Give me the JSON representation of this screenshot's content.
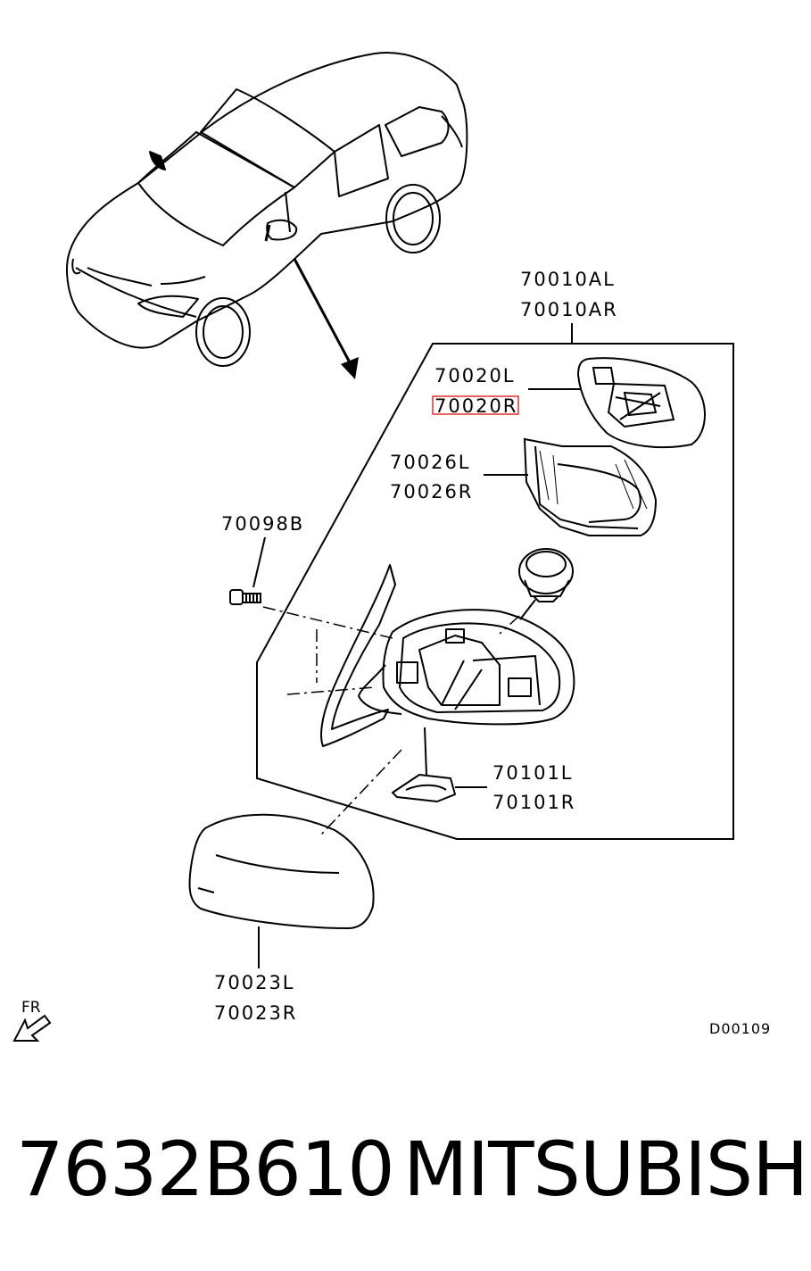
{
  "callouts": {
    "assembly": [
      "70010AL",
      "70010AR"
    ],
    "mirror_glass": [
      "70020L",
      "70020R"
    ],
    "mirror_holder": [
      "70026L",
      "70026R"
    ],
    "screw": [
      "70098B"
    ],
    "lamp": [
      "70101L",
      "70101R"
    ],
    "cover": [
      "70023L",
      "70023R"
    ]
  },
  "direction_marker": "FR",
  "diagram_code": "D00109",
  "highlight_color": "#e03030",
  "footer": {
    "part_number": "7632B610",
    "brand": "MITSUBISHI"
  }
}
